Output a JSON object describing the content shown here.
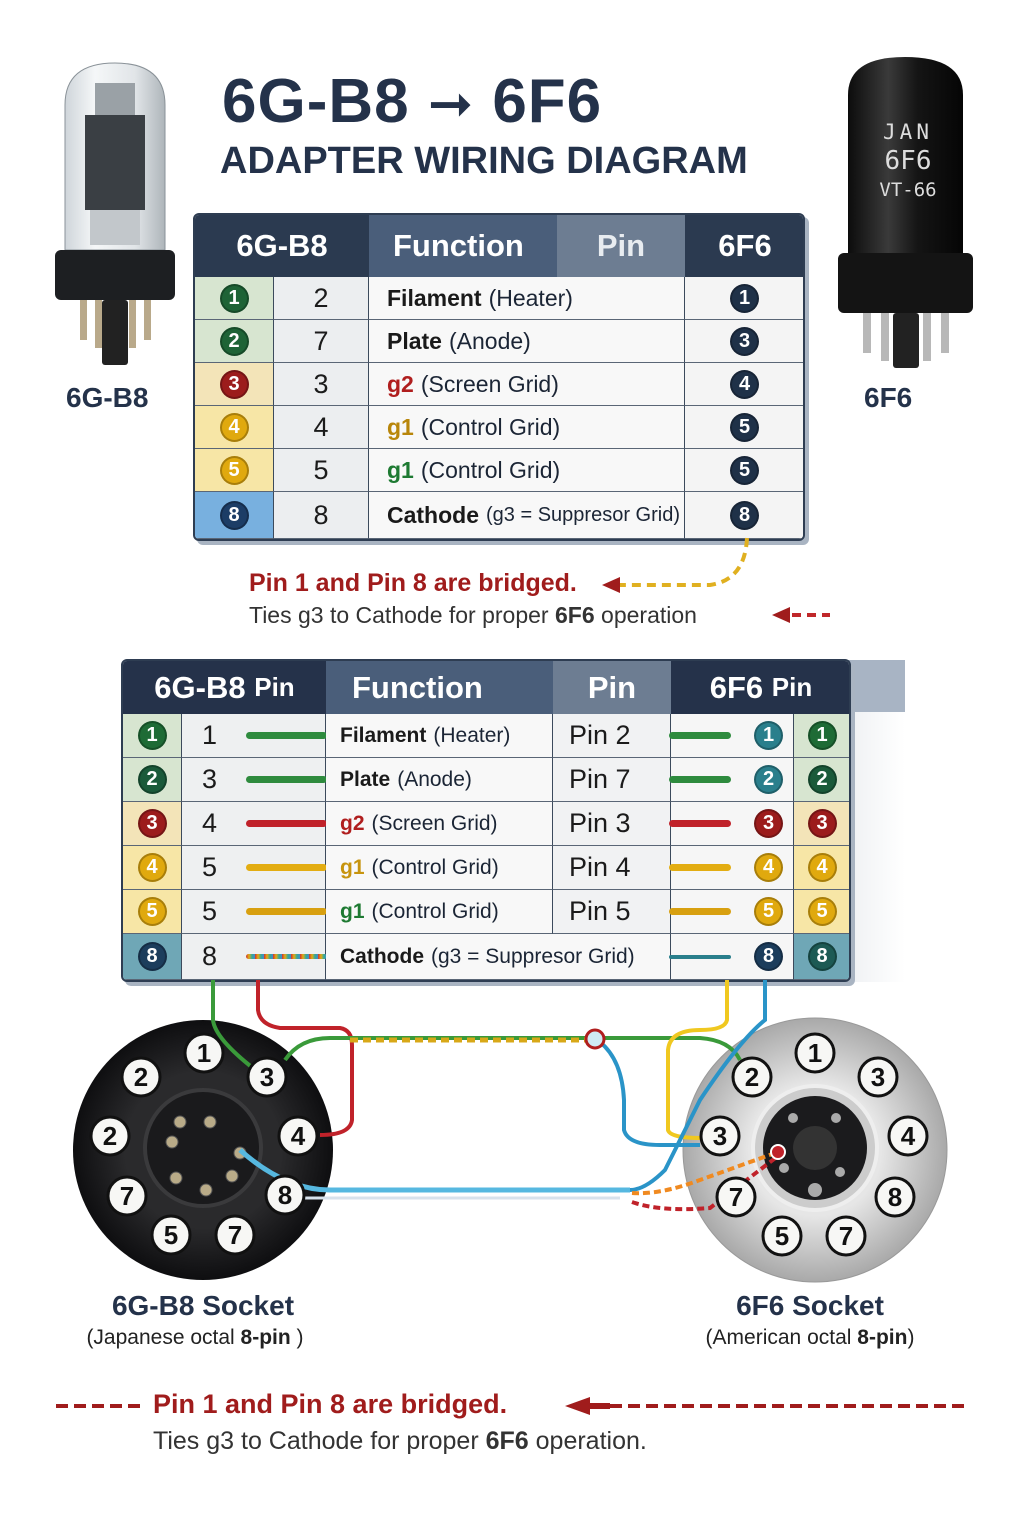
{
  "title": {
    "from": "6G-B8",
    "to": "6F6",
    "arrow": "➞",
    "subtitle": "ADAPTER WIRING DIAGRAM"
  },
  "tubes": {
    "left_label": "6G-B8",
    "right_label": "6F6",
    "right_print": [
      "JAN",
      "6F6",
      "VT-66"
    ]
  },
  "table1": {
    "headers": [
      "6G-B8",
      "Function",
      "Pin",
      "6F6"
    ],
    "rows": [
      {
        "badge": "1",
        "badge_color": "#1e6336",
        "row_bg": "#d7e5d0",
        "pin": "2",
        "key": "Filament",
        "key_color": "#1a1a1a",
        "rest": "(Heater)",
        "target": "1"
      },
      {
        "badge": "2",
        "badge_color": "#1e6336",
        "row_bg": "#d7e5d0",
        "pin": "7",
        "key": "Plate",
        "key_color": "#1a1a1a",
        "rest": "(Anode)",
        "target": "3"
      },
      {
        "badge": "3",
        "badge_color": "#9c1c1c",
        "row_bg": "#f3e4b8",
        "pin": "3",
        "key": "g2",
        "key_color": "#b01e1e",
        "rest": "(Screen Grid)",
        "target": "4"
      },
      {
        "badge": "4",
        "badge_color": "#e0a90e",
        "row_bg": "#f7e6a6",
        "pin": "4",
        "key": "g1",
        "key_color": "#b8860b",
        "rest": "(Control Grid)",
        "target": "5"
      },
      {
        "badge": "5",
        "badge_color": "#e0a90e",
        "row_bg": "#f7e6a6",
        "pin": "5",
        "key": "g1",
        "key_color": "#1e7a32",
        "rest": "(Control Grid)",
        "target": "5"
      },
      {
        "badge": "8",
        "badge_color": "#1c3d66",
        "row_bg": "#78b0df",
        "pin": "8",
        "key": "Cathode",
        "key_color": "#1a1a1a",
        "rest": "(g3 = Suppresor Grid)",
        "target": "8"
      }
    ],
    "target_color": "#1f3148"
  },
  "note1": {
    "bold": "Pin 1 and Pin 8 are bridged.",
    "text_before": "Ties g3 to Cathode for proper ",
    "text_bold": "6F6",
    "text_after": " operation"
  },
  "table2": {
    "headers": [
      "6G-B8",
      "Pin",
      "Function",
      "Pin",
      "6F6",
      "Pin"
    ],
    "rows": [
      {
        "badge": "1",
        "badge_color": "#1e6b35",
        "row_bg": "#d7e5d0",
        "pin": "1",
        "wire": "#2e8b3e",
        "key": "Filament",
        "key_color": "#1a1a1a",
        "rest": "(Heater)",
        "pin_label": "Pin 2",
        "mid": "1",
        "mid_color": "#2a7f8c",
        "end": "1",
        "end_color": "#1e6b35"
      },
      {
        "badge": "2",
        "badge_color": "#1a5a3a",
        "row_bg": "#d7e5d0",
        "pin": "3",
        "wire": "#2e8b3e",
        "key": "Plate",
        "key_color": "#1a1a1a",
        "rest": "(Anode)",
        "pin_label": "Pin 7",
        "mid": "2",
        "mid_color": "#2a7f8c",
        "end": "2",
        "end_color": "#1a5a3a"
      },
      {
        "badge": "3",
        "badge_color": "#9c1c1c",
        "row_bg": "#f3e4b8",
        "pin": "4",
        "wire": "#c0222a",
        "key": "g2",
        "key_color": "#b01e1e",
        "rest": "(Screen Grid)",
        "pin_label": "Pin 3",
        "mid": "3",
        "mid_color": "#9c1c1c",
        "end": "3",
        "end_color": "#9c1c1c"
      },
      {
        "badge": "4",
        "badge_color": "#e0a90e",
        "row_bg": "#f7e6a6",
        "pin": "5",
        "wire": "#e3ad12",
        "key": "g1",
        "key_color": "#c7940e",
        "rest": "(Control Grid)",
        "pin_label": "Pin 4",
        "mid": "4",
        "mid_color": "#e0a90e",
        "end": "4",
        "end_color": "#e0a90e"
      },
      {
        "badge": "5",
        "badge_color": "#e0a90e",
        "row_bg": "#f7e6a6",
        "pin": "5",
        "wire": "#d8a010",
        "key": "g1",
        "key_color": "#1e7a32",
        "rest": "(Control Grid)",
        "pin_label": "Pin 5",
        "mid": "5",
        "mid_color": "#e0a90e",
        "end": "5",
        "end_color": "#e0a90e"
      },
      {
        "badge": "8",
        "badge_color": "#1c3d5c",
        "row_bg": "#6fa7b6",
        "pin": "8",
        "wire": "#7a9bbd",
        "key": "Cathode",
        "key_color": "#1a1a1a",
        "rest": "(g3 = Suppresor Grid)",
        "pin_label": "",
        "mid": "8",
        "mid_color": "#1c3d5c",
        "end": "8",
        "end_color": "#1d5a54"
      }
    ]
  },
  "sockets": {
    "left": {
      "name": "6G-B8 Socket",
      "sub_before": "(Japanese octal ",
      "sub_bold": "8-pin",
      "sub_after": " )",
      "pins": [
        "1",
        "3",
        "4",
        "8",
        "7",
        "5",
        "7",
        "2",
        "2"
      ]
    },
    "right": {
      "name": "6F6 Socket",
      "sub_before": "(American octal ",
      "sub_bold": "8-pin",
      "sub_after": ")",
      "pins": [
        "1",
        "3",
        "4",
        "8",
        "7",
        "5",
        "7",
        "3",
        "2"
      ]
    }
  },
  "note2": {
    "bold": "Pin 1 and Pin 8 are bridged.",
    "text_before": "Ties g3 to Cathode for proper ",
    "text_bold": "6F6",
    "text_after": " operation."
  },
  "colors": {
    "header_dark": "#2b3a50",
    "header_mid": "#4a5e7a",
    "header_light": "#6d7d92",
    "accent_red": "#a01c1c",
    "dash_yellow": "#e0b020"
  }
}
